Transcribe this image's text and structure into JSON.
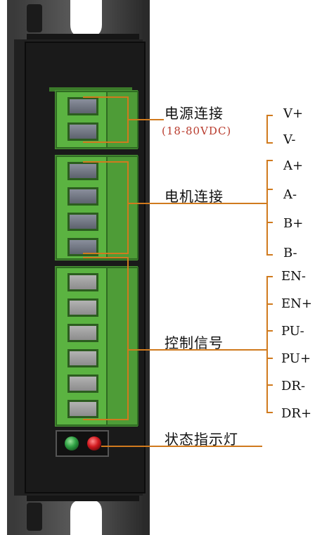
{
  "groups": {
    "power": {
      "title": "电源连接",
      "voltage": "(18-80VDC)"
    },
    "motor": {
      "title": "电机连接"
    },
    "control": {
      "title": "控制信号"
    },
    "status": {
      "title": "状态指示灯"
    }
  },
  "pins": {
    "power": [
      "V+",
      "V-"
    ],
    "motor": [
      "A+",
      "A-",
      "B+",
      "B-"
    ],
    "control": [
      "EN-",
      "EN+",
      "PU-",
      "PU+",
      "DR-",
      "DR+"
    ]
  },
  "leds": [
    {
      "name": "green",
      "color": "#2ea043"
    },
    {
      "name": "red",
      "color": "#d2191f"
    }
  ],
  "colors": {
    "leader": "#d07a1e",
    "terminal_green": "#57ad3d",
    "chassis": "#151515"
  }
}
